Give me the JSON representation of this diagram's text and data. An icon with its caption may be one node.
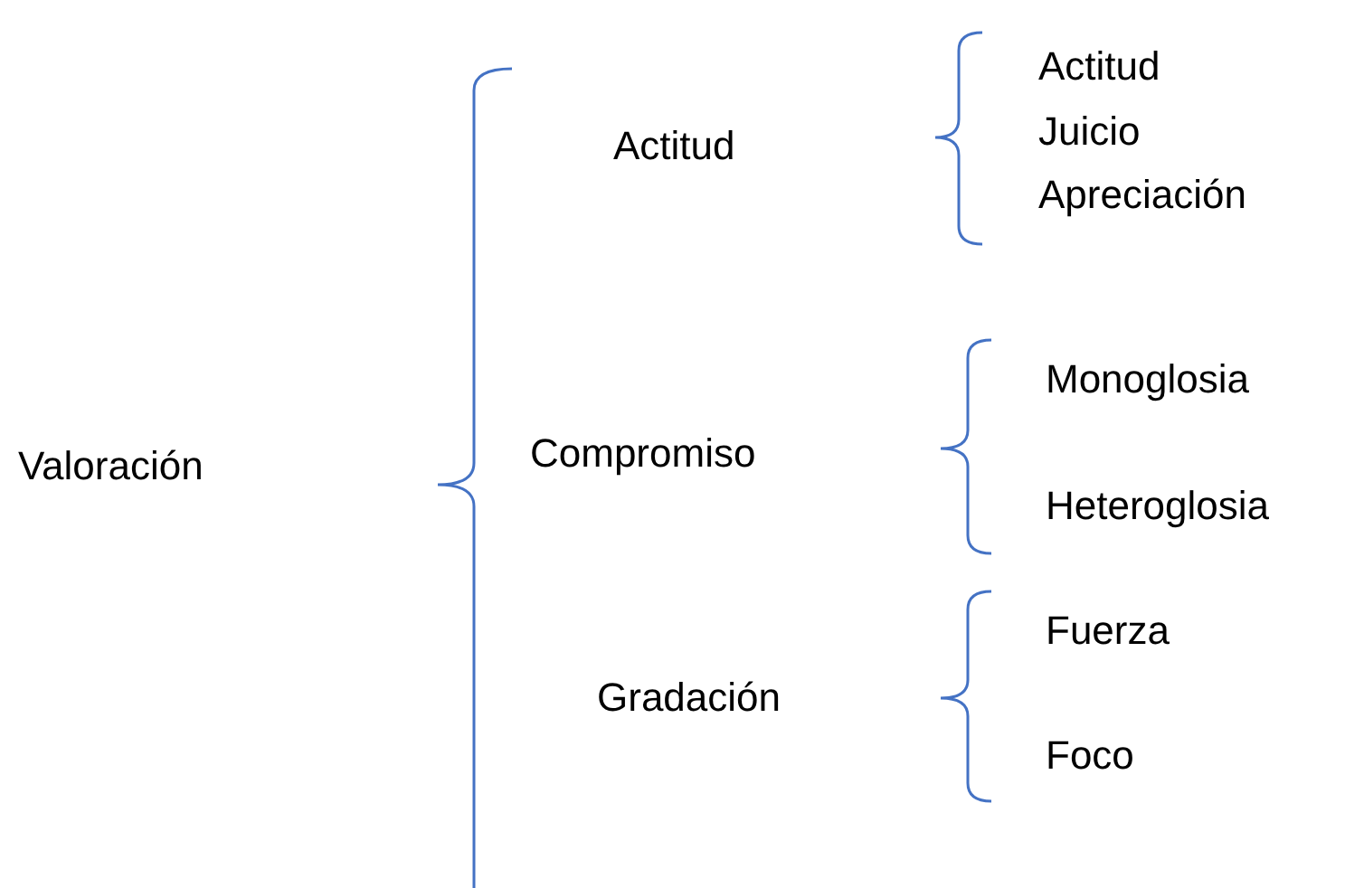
{
  "diagram": {
    "labels": [
      "Valoración",
      "Actitud",
      "Compromiso",
      "Gradación",
      "Actitud",
      "Juicio",
      "Apreciación",
      "Monoglosia",
      "Heteroglosia",
      "Fuerza",
      "Foco"
    ]
  }
}
